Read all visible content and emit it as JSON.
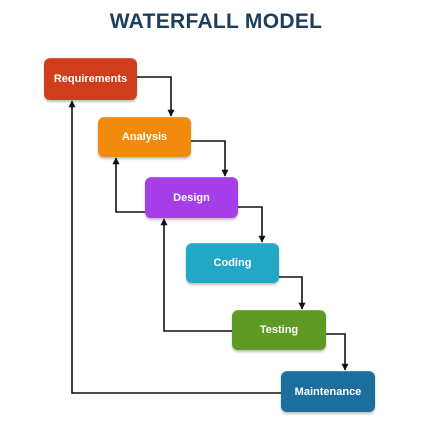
{
  "title": "WATERFALL MODEL",
  "colors": {
    "title": "#1d3d5e",
    "requirements": "#cf3d1d",
    "analysis": "#f28a0e",
    "design": "#a53ee8",
    "coding": "#22a8c6",
    "testing": "#5f9a24",
    "maintenance": "#1c6e9c",
    "connector": "#111111"
  },
  "stages": [
    {
      "id": "requirements",
      "label": "Requirements"
    },
    {
      "id": "analysis",
      "label": "Analysis"
    },
    {
      "id": "design",
      "label": "Design"
    },
    {
      "id": "coding",
      "label": "Coding"
    },
    {
      "id": "testing",
      "label": "Testing"
    },
    {
      "id": "maintenance",
      "label": "Maintenance"
    }
  ]
}
